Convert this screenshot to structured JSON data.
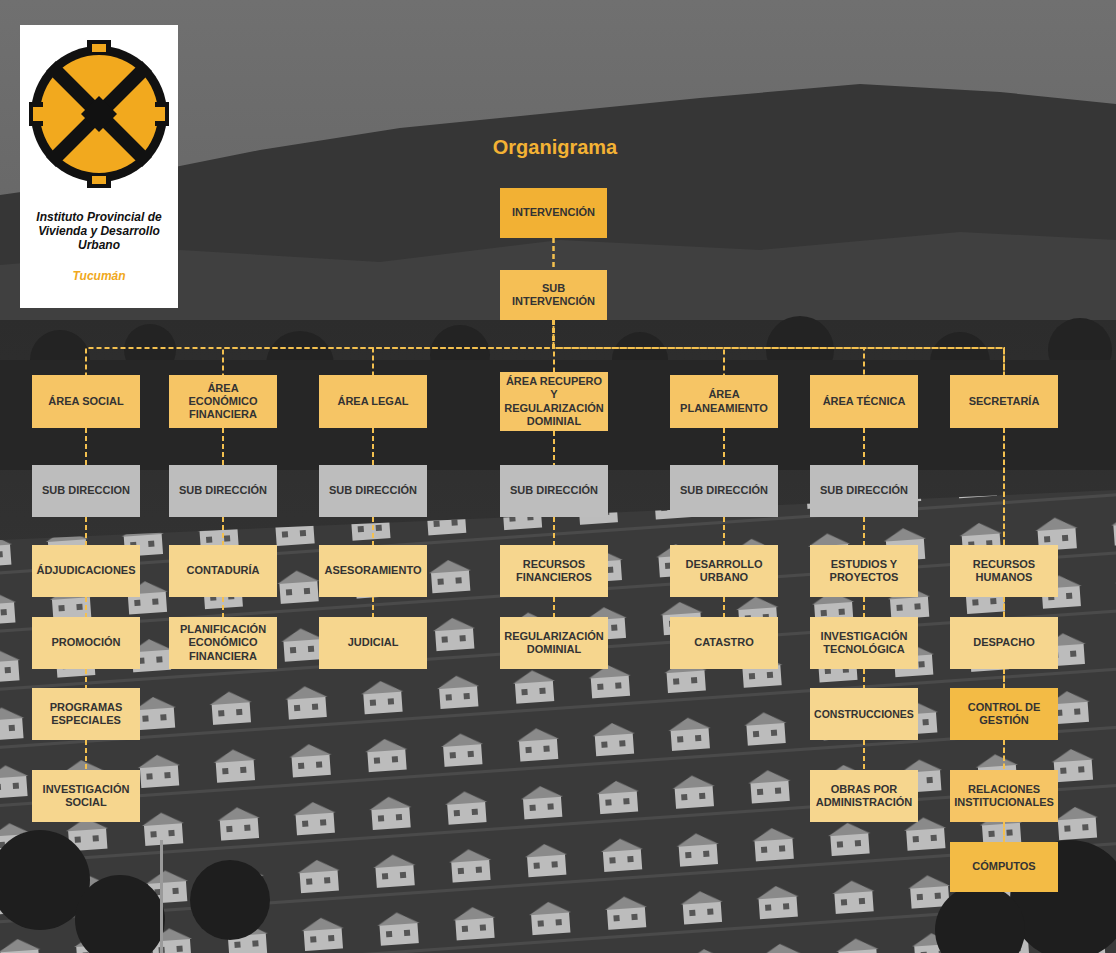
{
  "diagram": {
    "title": "Organigrama",
    "nodes": [
      {
        "text": [
          "Instituto Provincial de Vivienda y Desarrollo Urbano",
          "Tucumán"
        ]
      },
      {
        "text": [
          "INTERVENCIÓN"
        ]
      },
      {
        "text": [
          "SUB INTERVENCIÓN"
        ]
      },
      {
        "text": [
          "ÁREA SOCIAL"
        ]
      },
      {
        "text": [
          "SUB DIRECCION"
        ]
      },
      {
        "text": [
          "ÁDJUDICACIONES"
        ]
      },
      {
        "text": [
          "PROMOCIÓN"
        ]
      },
      {
        "text": [
          "PROGRAMAS ESPECIALES"
        ]
      },
      {
        "text": [
          "INVESTIGACIÓN SOCIAL"
        ]
      },
      {
        "text": [
          "ÁREA ECONÓMICO FINANCIERA"
        ]
      },
      {
        "text": [
          "SUB DIRECCIÓN"
        ]
      },
      {
        "text": [
          "CONTADURÍA"
        ]
      },
      {
        "text": [
          "PLANIFICACIÓN ECONÓMICO FINANCIERA"
        ]
      },
      {
        "text": [
          "ÁREA LEGAL"
        ]
      },
      {
        "text": [
          "SUB DIRECCIÓN"
        ]
      },
      {
        "text": [
          "ASESORAMIENTO"
        ]
      },
      {
        "text": [
          "JUDICIAL"
        ]
      },
      {
        "text": [
          "ÁREA RECUPERO Y REGULARIZACIÓN DOMINIAL"
        ]
      },
      {
        "text": [
          "SUB DIRECCIÓN"
        ]
      },
      {
        "text": [
          "RECURSOS FINANCIEROS"
        ]
      },
      {
        "text": [
          "REGULARIZACIÓN DOMINIAL"
        ]
      },
      {
        "text": [
          "ÁREA PLANEAMIENTO"
        ]
      },
      {
        "text": [
          "SUB DIRECCIÓN"
        ]
      },
      {
        "text": [
          "DESARROLLO URBANO"
        ]
      },
      {
        "text": [
          "CATASTRO"
        ]
      },
      {
        "text": [
          "ÁREA TÉCNICA"
        ]
      },
      {
        "text": [
          "SUB DIRECCIÓN"
        ]
      },
      {
        "text": [
          "ESTUDIOS Y PROYECTOS"
        ]
      },
      {
        "text": [
          "INVESTIGACIÓN TECNOLÓGICA"
        ]
      },
      {
        "text": [
          "CONSTRUCCIONES"
        ]
      },
      {
        "text": [
          "OBRAS POR ADMINISTRACIÓN"
        ]
      },
      {
        "text": [
          "SECRETARÍA"
        ]
      },
      {
        "text": [
          "RECURSOS HUMANOS"
        ]
      },
      {
        "text": [
          "DESPACHO"
        ]
      },
      {
        "text": [
          "CONTROL DE GESTIÓN"
        ]
      },
      {
        "text": [
          "RELACIONES INSTITUCIONALES"
        ]
      },
      {
        "text": [
          "CÓMPUTOS"
        ]
      }
    ],
    "edges": [
      {
        "from": 1,
        "to": 2,
        "arrow": "none"
      },
      {
        "from": 1,
        "to": 36,
        "arrow": "none"
      },
      {
        "from": 2,
        "to": 3,
        "arrow": "none"
      },
      {
        "from": 2,
        "to": 9,
        "arrow": "none"
      },
      {
        "from": 2,
        "to": 13,
        "arrow": "none"
      },
      {
        "from": 2,
        "to": 17,
        "arrow": "none"
      },
      {
        "from": 2,
        "to": 21,
        "arrow": "none"
      },
      {
        "from": 2,
        "to": 25,
        "arrow": "none"
      },
      {
        "from": 2,
        "to": 31,
        "arrow": "none"
      },
      {
        "from": 3,
        "to": 4,
        "arrow": "none"
      },
      {
        "from": 4,
        "to": 5,
        "arrow": "none"
      },
      {
        "from": 5,
        "to": 6,
        "arrow": "none"
      },
      {
        "from": 6,
        "to": 7,
        "arrow": "none"
      },
      {
        "from": 7,
        "to": 8,
        "arrow": "none"
      },
      {
        "from": 9,
        "to": 10,
        "arrow": "none"
      },
      {
        "from": 10,
        "to": 11,
        "arrow": "none"
      },
      {
        "from": 11,
        "to": 12,
        "arrow": "none"
      },
      {
        "from": 13,
        "to": 14,
        "arrow": "none"
      },
      {
        "from": 14,
        "to": 15,
        "arrow": "none"
      },
      {
        "from": 15,
        "to": 16,
        "arrow": "none"
      },
      {
        "from": 17,
        "to": 18,
        "arrow": "none"
      },
      {
        "from": 18,
        "to": 19,
        "arrow": "none"
      },
      {
        "from": 19,
        "to": 20,
        "arrow": "none"
      },
      {
        "from": 21,
        "to": 22,
        "arrow": "none"
      },
      {
        "from": 22,
        "to": 23,
        "arrow": "none"
      },
      {
        "from": 23,
        "to": 24,
        "arrow": "none"
      },
      {
        "from": 25,
        "to": 26,
        "arrow": "none"
      },
      {
        "from": 26,
        "to": 27,
        "arrow": "none"
      },
      {
        "from": 27,
        "to": 28,
        "arrow": "none"
      },
      {
        "from": 28,
        "to": 29,
        "arrow": "none"
      },
      {
        "from": 29,
        "to": 30,
        "arrow": "none"
      },
      {
        "from": 31,
        "to": 32,
        "arrow": "none"
      },
      {
        "from": 32,
        "to": 33,
        "arrow": "none"
      },
      {
        "from": 33,
        "to": 34,
        "arrow": "none"
      },
      {
        "from": 34,
        "to": 35,
        "arrow": "none"
      },
      {
        "from": 35,
        "to": 36,
        "arrow": "none"
      }
    ]
  }
}
